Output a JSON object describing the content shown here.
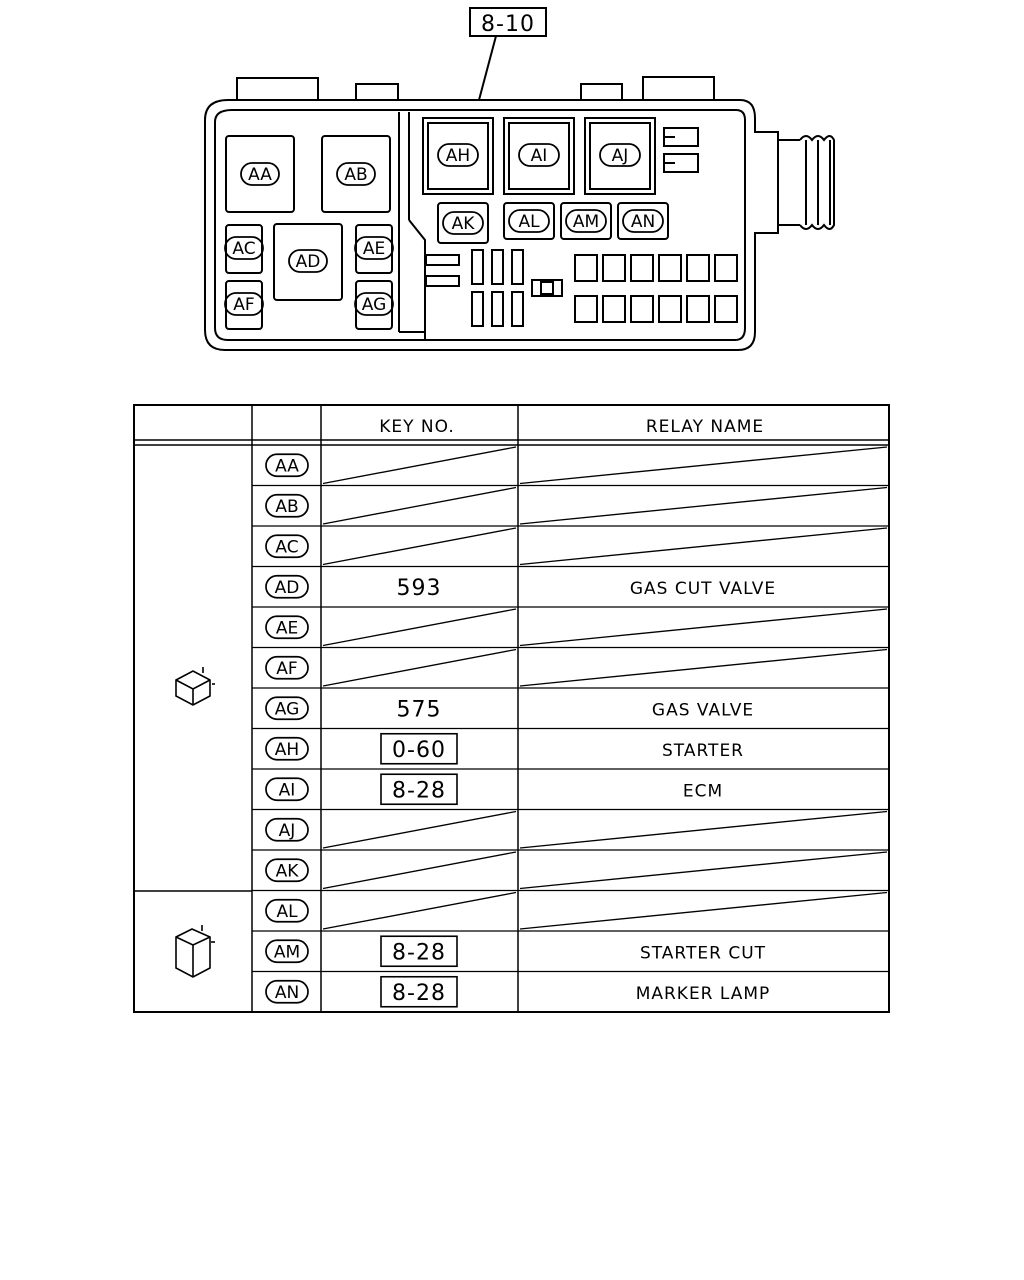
{
  "reference_box": "8-10",
  "table": {
    "header_key": "KEY NO.",
    "header_name": "RELAY NAME",
    "rows": [
      {
        "tag": "AA",
        "key": "",
        "key_boxed": false,
        "name": ""
      },
      {
        "tag": "AB",
        "key": "",
        "key_boxed": false,
        "name": ""
      },
      {
        "tag": "AC",
        "key": "",
        "key_boxed": false,
        "name": ""
      },
      {
        "tag": "AD",
        "key": "593",
        "key_boxed": false,
        "name": "GAS CUT VALVE"
      },
      {
        "tag": "AE",
        "key": "",
        "key_boxed": false,
        "name": ""
      },
      {
        "tag": "AF",
        "key": "",
        "key_boxed": false,
        "name": ""
      },
      {
        "tag": "AG",
        "key": "575",
        "key_boxed": false,
        "name": "GAS VALVE"
      },
      {
        "tag": "AH",
        "key": "0-60",
        "key_boxed": true,
        "name": "STARTER"
      },
      {
        "tag": "AI",
        "key": "8-28",
        "key_boxed": true,
        "name": "ECM"
      },
      {
        "tag": "AJ",
        "key": "",
        "key_boxed": false,
        "name": ""
      },
      {
        "tag": "AK",
        "key": "",
        "key_boxed": false,
        "name": ""
      },
      {
        "tag": "AL",
        "key": "",
        "key_boxed": false,
        "name": ""
      },
      {
        "tag": "AM",
        "key": "8-28",
        "key_boxed": true,
        "name": "STARTER CUT"
      },
      {
        "tag": "AN",
        "key": "8-28",
        "key_boxed": true,
        "name": "MARKER LAMP"
      }
    ]
  },
  "slots": {
    "AA": "AA",
    "AB": "AB",
    "AC": "AC",
    "AD": "AD",
    "AE": "AE",
    "AF": "AF",
    "AG": "AG",
    "AH": "AH",
    "AI": "AI",
    "AJ": "AJ",
    "AK": "AK",
    "AL": "AL",
    "AM": "AM",
    "AN": "AN"
  }
}
